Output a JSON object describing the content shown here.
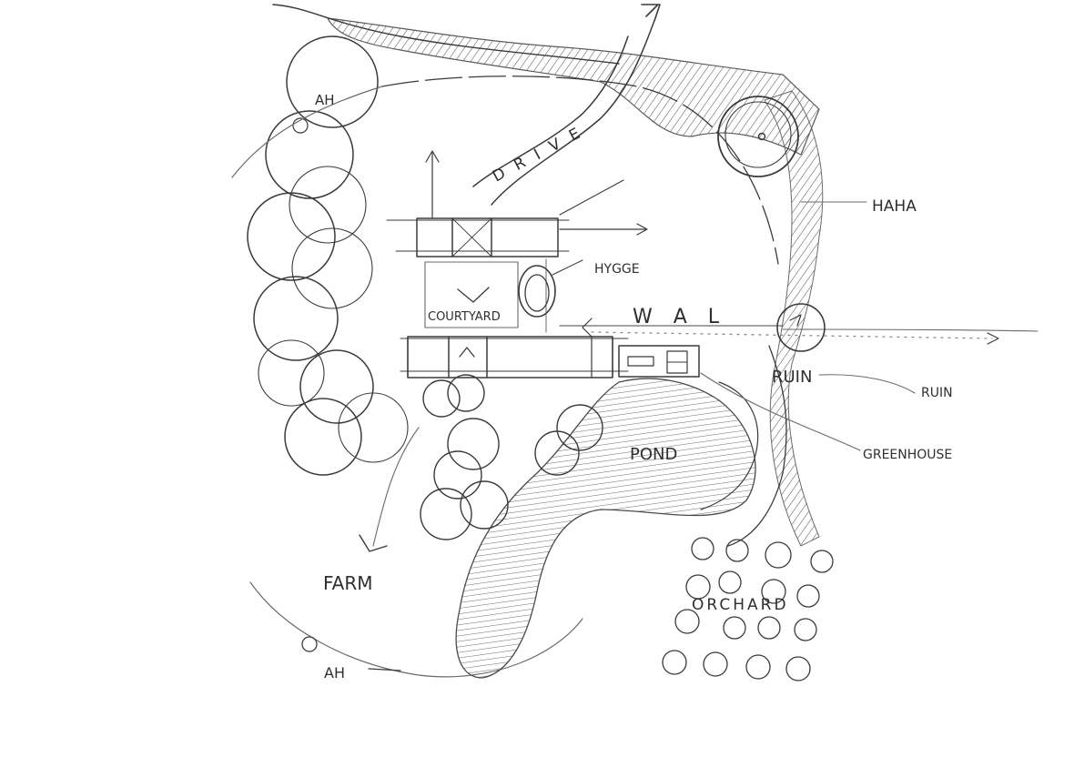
{
  "labels": {
    "haha": "HAHA",
    "hygge": "HYGGE",
    "courtyard": "COURTYARD",
    "wal": "W A L",
    "drive": "D R I V E",
    "ruin": "RUIN",
    "greenhouse": "GREENHOUSE",
    "pond": "POND",
    "farm": "FARM",
    "orchard": "ORCHARD",
    "ruin_inline": "RUIN",
    "ah_top": "AH",
    "ah_bottom": "AH"
  },
  "colors": {
    "ink": "#3a3a3a",
    "light_ink": "#8a8a8a",
    "paper": "#ffffff"
  }
}
